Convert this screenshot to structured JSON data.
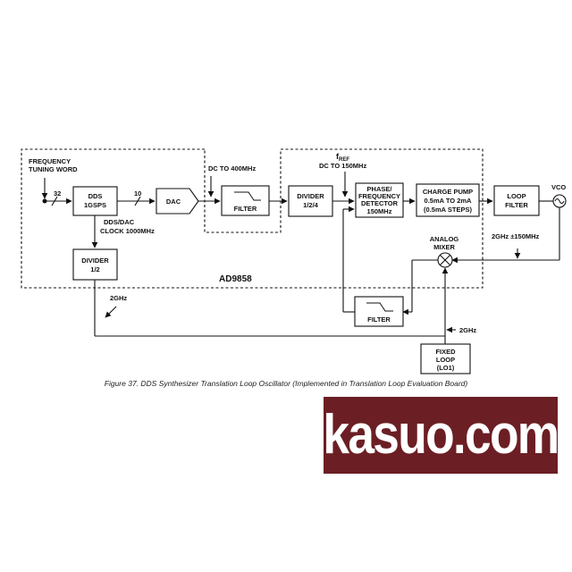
{
  "diagram": {
    "blocks": {
      "dds": [
        "DDS",
        "1GSPS"
      ],
      "dac": [
        "DAC"
      ],
      "filter1": [
        "FILTER"
      ],
      "divider124": [
        "DIVIDER",
        "1/2/4"
      ],
      "pfd": [
        "PHASE/",
        "FREQUENCY",
        "DETECTOR",
        "150MHz"
      ],
      "charge_pump": [
        "CHARGE PUMP",
        "0.5mA TO 2mA",
        "(0.5mA STEPS)"
      ],
      "loop_filter": [
        "LOOP",
        "FILTER"
      ],
      "divider12": [
        "DIVIDER",
        "1/2"
      ],
      "filter2": [
        "FILTER"
      ],
      "fixed_loop": [
        "FIXED",
        "LOOP",
        "(LO1)"
      ]
    },
    "labels": {
      "ftw": [
        "FREQUENCY",
        "TUNING WORD"
      ],
      "bus32": "32",
      "bus10": "10",
      "dc400": "DC TO 400MHz",
      "fref_main": "f",
      "fref_sub": "REF",
      "dc150": "DC TO 150MHz",
      "vco": "VCO",
      "analog_mixer": [
        "ANALOG",
        "MIXER"
      ],
      "ghz150": "2GHz ±150MHz",
      "dds_clock": [
        "DDS/DAC",
        "CLOCK 1000MHz"
      ],
      "chip": "AD9858",
      "ghz2_left": "2GHz",
      "ghz2_right": "2GHz"
    }
  },
  "caption": "Figure 37. DDS Synthesizer Translation Loop Oscillator (Implemented in Translation Loop Evaluation Board)",
  "watermark": "kasuo.com"
}
